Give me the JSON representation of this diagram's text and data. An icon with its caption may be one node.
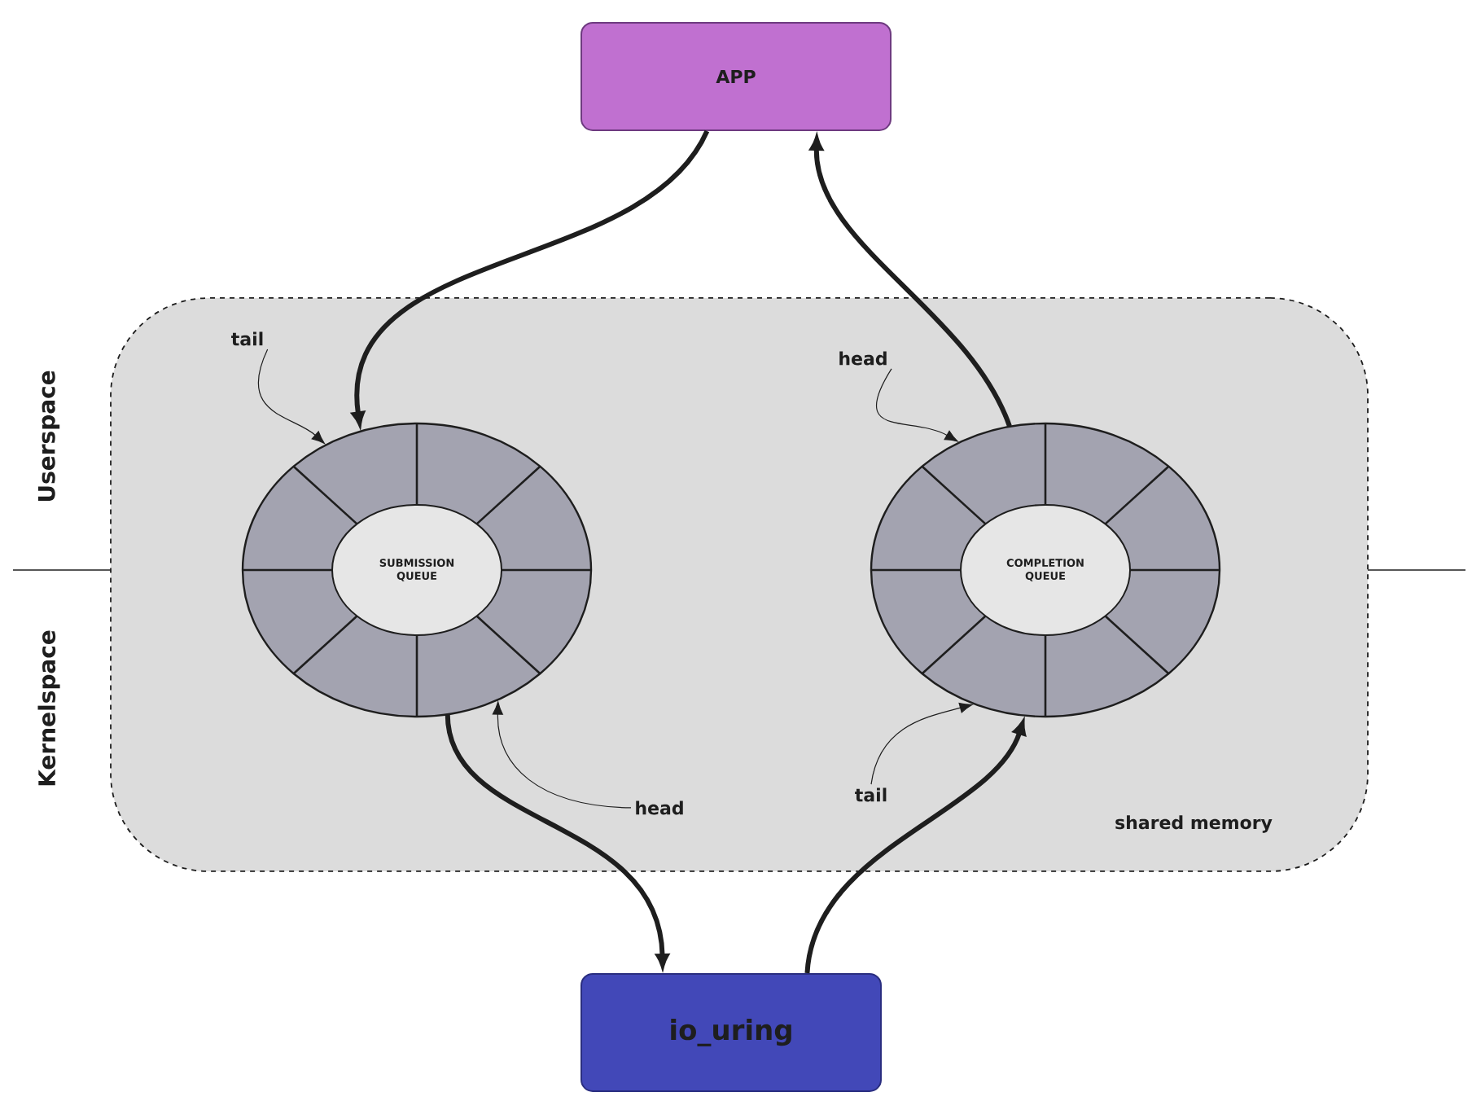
{
  "diagram": {
    "nodes": [
      {
        "text": [
          "APP"
        ]
      },
      {
        "text": [
          "shared memory"
        ]
      },
      {
        "text": [
          "SUBMISSION QUEUE"
        ],
        "in": 1
      },
      {
        "text": [
          "COMPLETION QUEUE"
        ],
        "in": 1
      },
      {
        "text": [
          "io_uring"
        ]
      },
      {
        "text": [
          "tail"
        ],
        "in": 1
      },
      {
        "text": [
          "head"
        ],
        "in": 1
      },
      {
        "text": [
          "head"
        ],
        "in": 1
      },
      {
        "text": [
          "tail"
        ],
        "in": 1
      }
    ],
    "edges": [
      {
        "from": 0,
        "to": 2,
        "arrow": "to",
        "style": "thick"
      },
      {
        "from": 2,
        "to": 4,
        "arrow": "to",
        "style": "thick"
      },
      {
        "from": 4,
        "to": 3,
        "arrow": "to",
        "style": "thick"
      },
      {
        "from": 3,
        "to": 0,
        "arrow": "to",
        "style": "thick"
      },
      {
        "from": 5,
        "to": 2,
        "arrow": "to"
      },
      {
        "from": 6,
        "to": 2,
        "arrow": "to"
      },
      {
        "from": 7,
        "to": 3,
        "arrow": "to"
      },
      {
        "from": 8,
        "to": 3,
        "arrow": "to"
      }
    ],
    "labels": [
      "Userspace",
      "Kernelspace"
    ]
  }
}
